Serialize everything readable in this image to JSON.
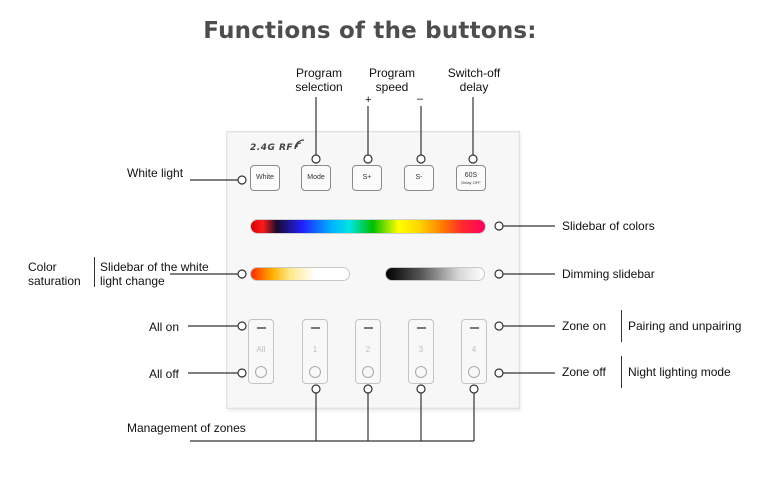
{
  "title": "Functions of the buttons:",
  "panel": {
    "brand": "2.4G RF",
    "buttons": [
      {
        "label": "White",
        "sub": ""
      },
      {
        "label": "Mode",
        "sub": ""
      },
      {
        "label": "S+",
        "sub": ""
      },
      {
        "label": "S-",
        "sub": ""
      },
      {
        "label": "60S",
        "sub": "Delay OFF"
      }
    ],
    "zones": [
      "All",
      "1",
      "2",
      "3",
      "4"
    ]
  },
  "labels": {
    "program_selection": [
      "Program",
      "selection"
    ],
    "program_speed": [
      "Program",
      "speed"
    ],
    "switch_off_delay": [
      "Switch-off",
      "delay"
    ],
    "plus": "+",
    "minus": "–",
    "white_light": "White light",
    "color_saturation": [
      "Color",
      "saturation"
    ],
    "white_light_change": [
      "Slidebar of the white",
      "light change"
    ],
    "all_on": "All on",
    "all_off": "All off",
    "management_of_zones": "Management of zones",
    "slidebar_of_colors": "Slidebar of colors",
    "dimming_slidebar": "Dimming slidebar",
    "zone_on": "Zone on",
    "pairing": "Pairing and unpairing",
    "zone_off": "Zone off",
    "night_lighting": "Night lighting mode"
  },
  "colors": {
    "title": "#4d4d4d",
    "line": "#333333"
  }
}
